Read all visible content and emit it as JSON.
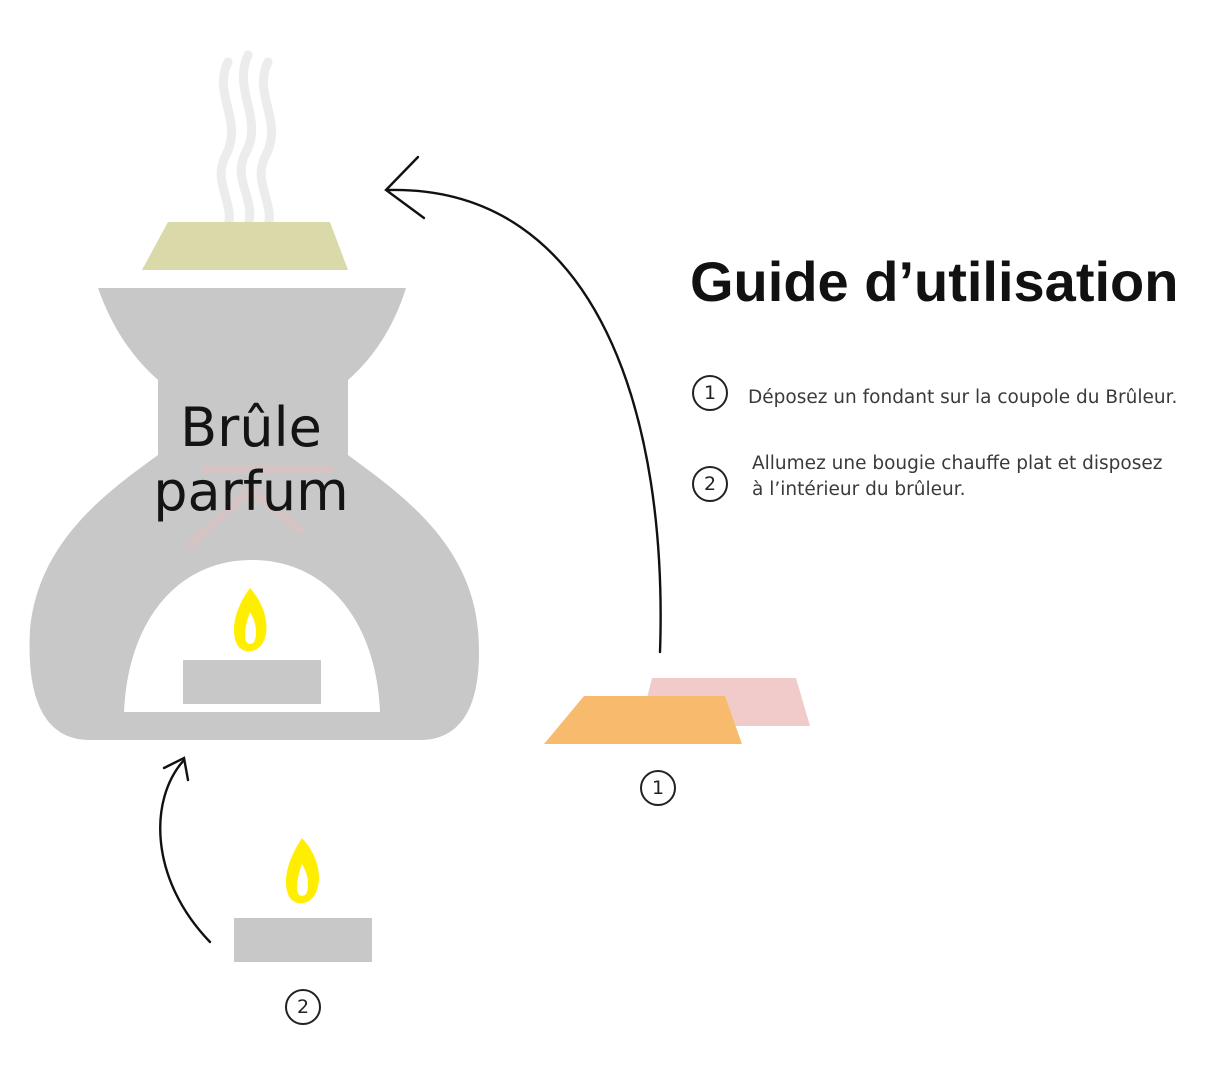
{
  "title": "Guide d’utilisation",
  "burner_label": "Brûle\nparfum",
  "steps": [
    {
      "number": "1",
      "text": "Déposez un fondant sur la coupole du Brûleur."
    },
    {
      "number": "2",
      "text": "Allumez une bougie chauffe plat et disposez\nà l’intérieur du brûleur."
    }
  ],
  "colors": {
    "burner": "#c9c8c9",
    "melt_top": "#d9d9a9",
    "melt_orange": "#f8bb6e",
    "melt_pink": "#f1cbc9",
    "flame": "#ffee00",
    "candle": "#c9c8c9",
    "text": "#111111"
  },
  "icons": [
    "steam-icon",
    "flame-icon",
    "arrow-icon"
  ]
}
